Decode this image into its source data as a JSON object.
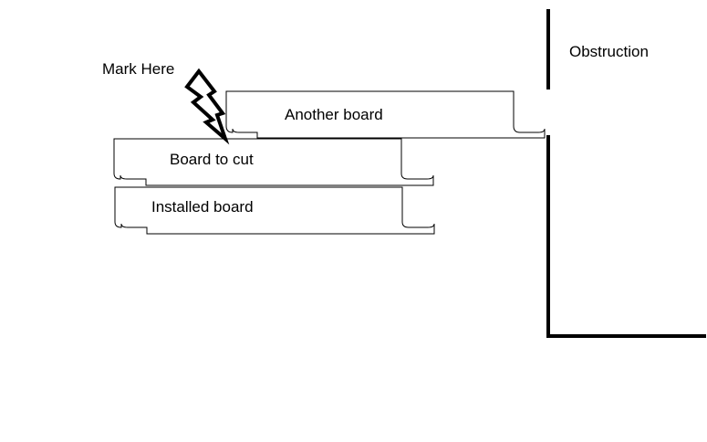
{
  "labels": {
    "mark_here": "Mark Here",
    "another_board": "Another board",
    "board_to_cut": "Board to cut",
    "installed_board": "Installed board",
    "obstruction": "Obstruction"
  },
  "colors": {
    "line": "#000000",
    "background": "#ffffff"
  }
}
